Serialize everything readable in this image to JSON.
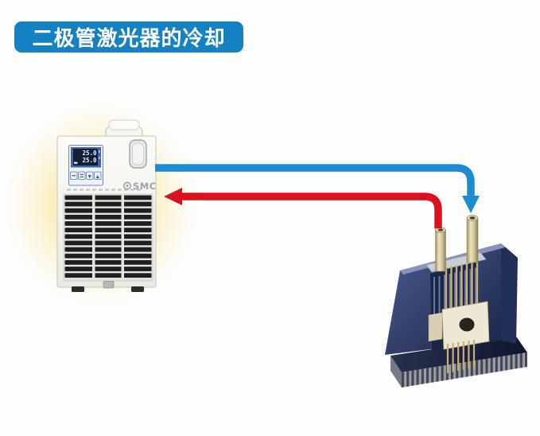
{
  "title_banner": {
    "label": "二极管激光器的冷却",
    "bg_color": "#1482c2",
    "text_color": "#ffffff"
  },
  "chiller": {
    "brand_logo": "SMC",
    "display": {
      "line1": "25.0",
      "line2": "25.0",
      "buttons": [
        "",
        "",
        "▼",
        "▲"
      ]
    }
  },
  "flow": {
    "supply_line": {
      "color": "#1d8bd2"
    },
    "return_line": {
      "color": "#dc1120"
    }
  },
  "palette": {
    "glow": "#fbeaae",
    "laser_block_navy": "#2c3b6d",
    "heatsink_gray": "#9aa0aa",
    "pipe_gold": "#d6c9a0"
  }
}
